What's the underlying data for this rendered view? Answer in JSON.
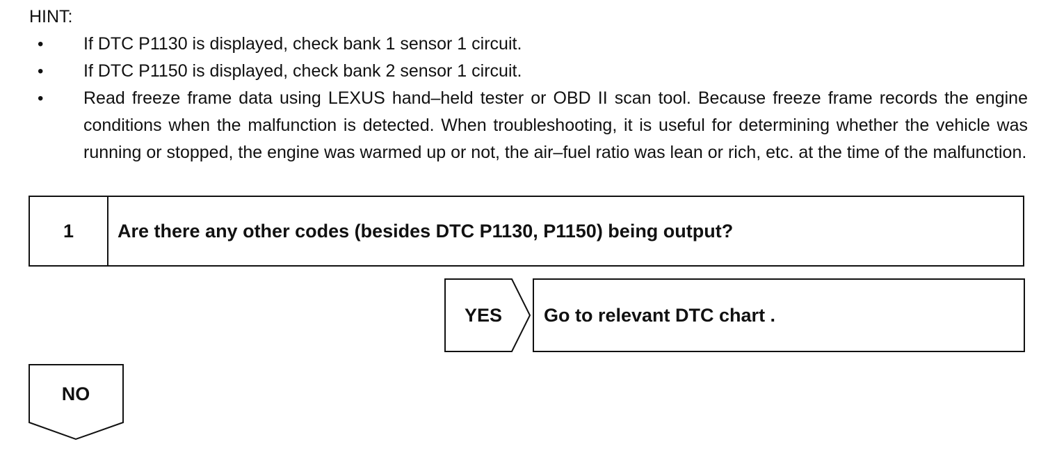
{
  "hint": {
    "title": "HINT:",
    "bullet_glyph": "•",
    "items": [
      "If DTC P1130 is displayed, check bank 1 sensor 1 circuit.",
      "If DTC P1150 is displayed, check bank 2 sensor 1 circuit.",
      "Read freeze frame data using LEXUS hand–held tester or OBD II scan tool. Because freeze frame records the engine conditions when the malfunction is detected. When troubleshooting, it is useful for determining whether the vehicle was running or stopped, the engine was warmed up or not, the air–fuel ratio was lean or rich, etc. at the time of the malfunction."
    ]
  },
  "step": {
    "number": "1",
    "question": "Are there any other codes (besides DTC P1130, P1150) being output?"
  },
  "yes_branch": {
    "label": "YES",
    "result": "Go to relevant DTC chart ."
  },
  "no_branch": {
    "label": "NO"
  }
}
